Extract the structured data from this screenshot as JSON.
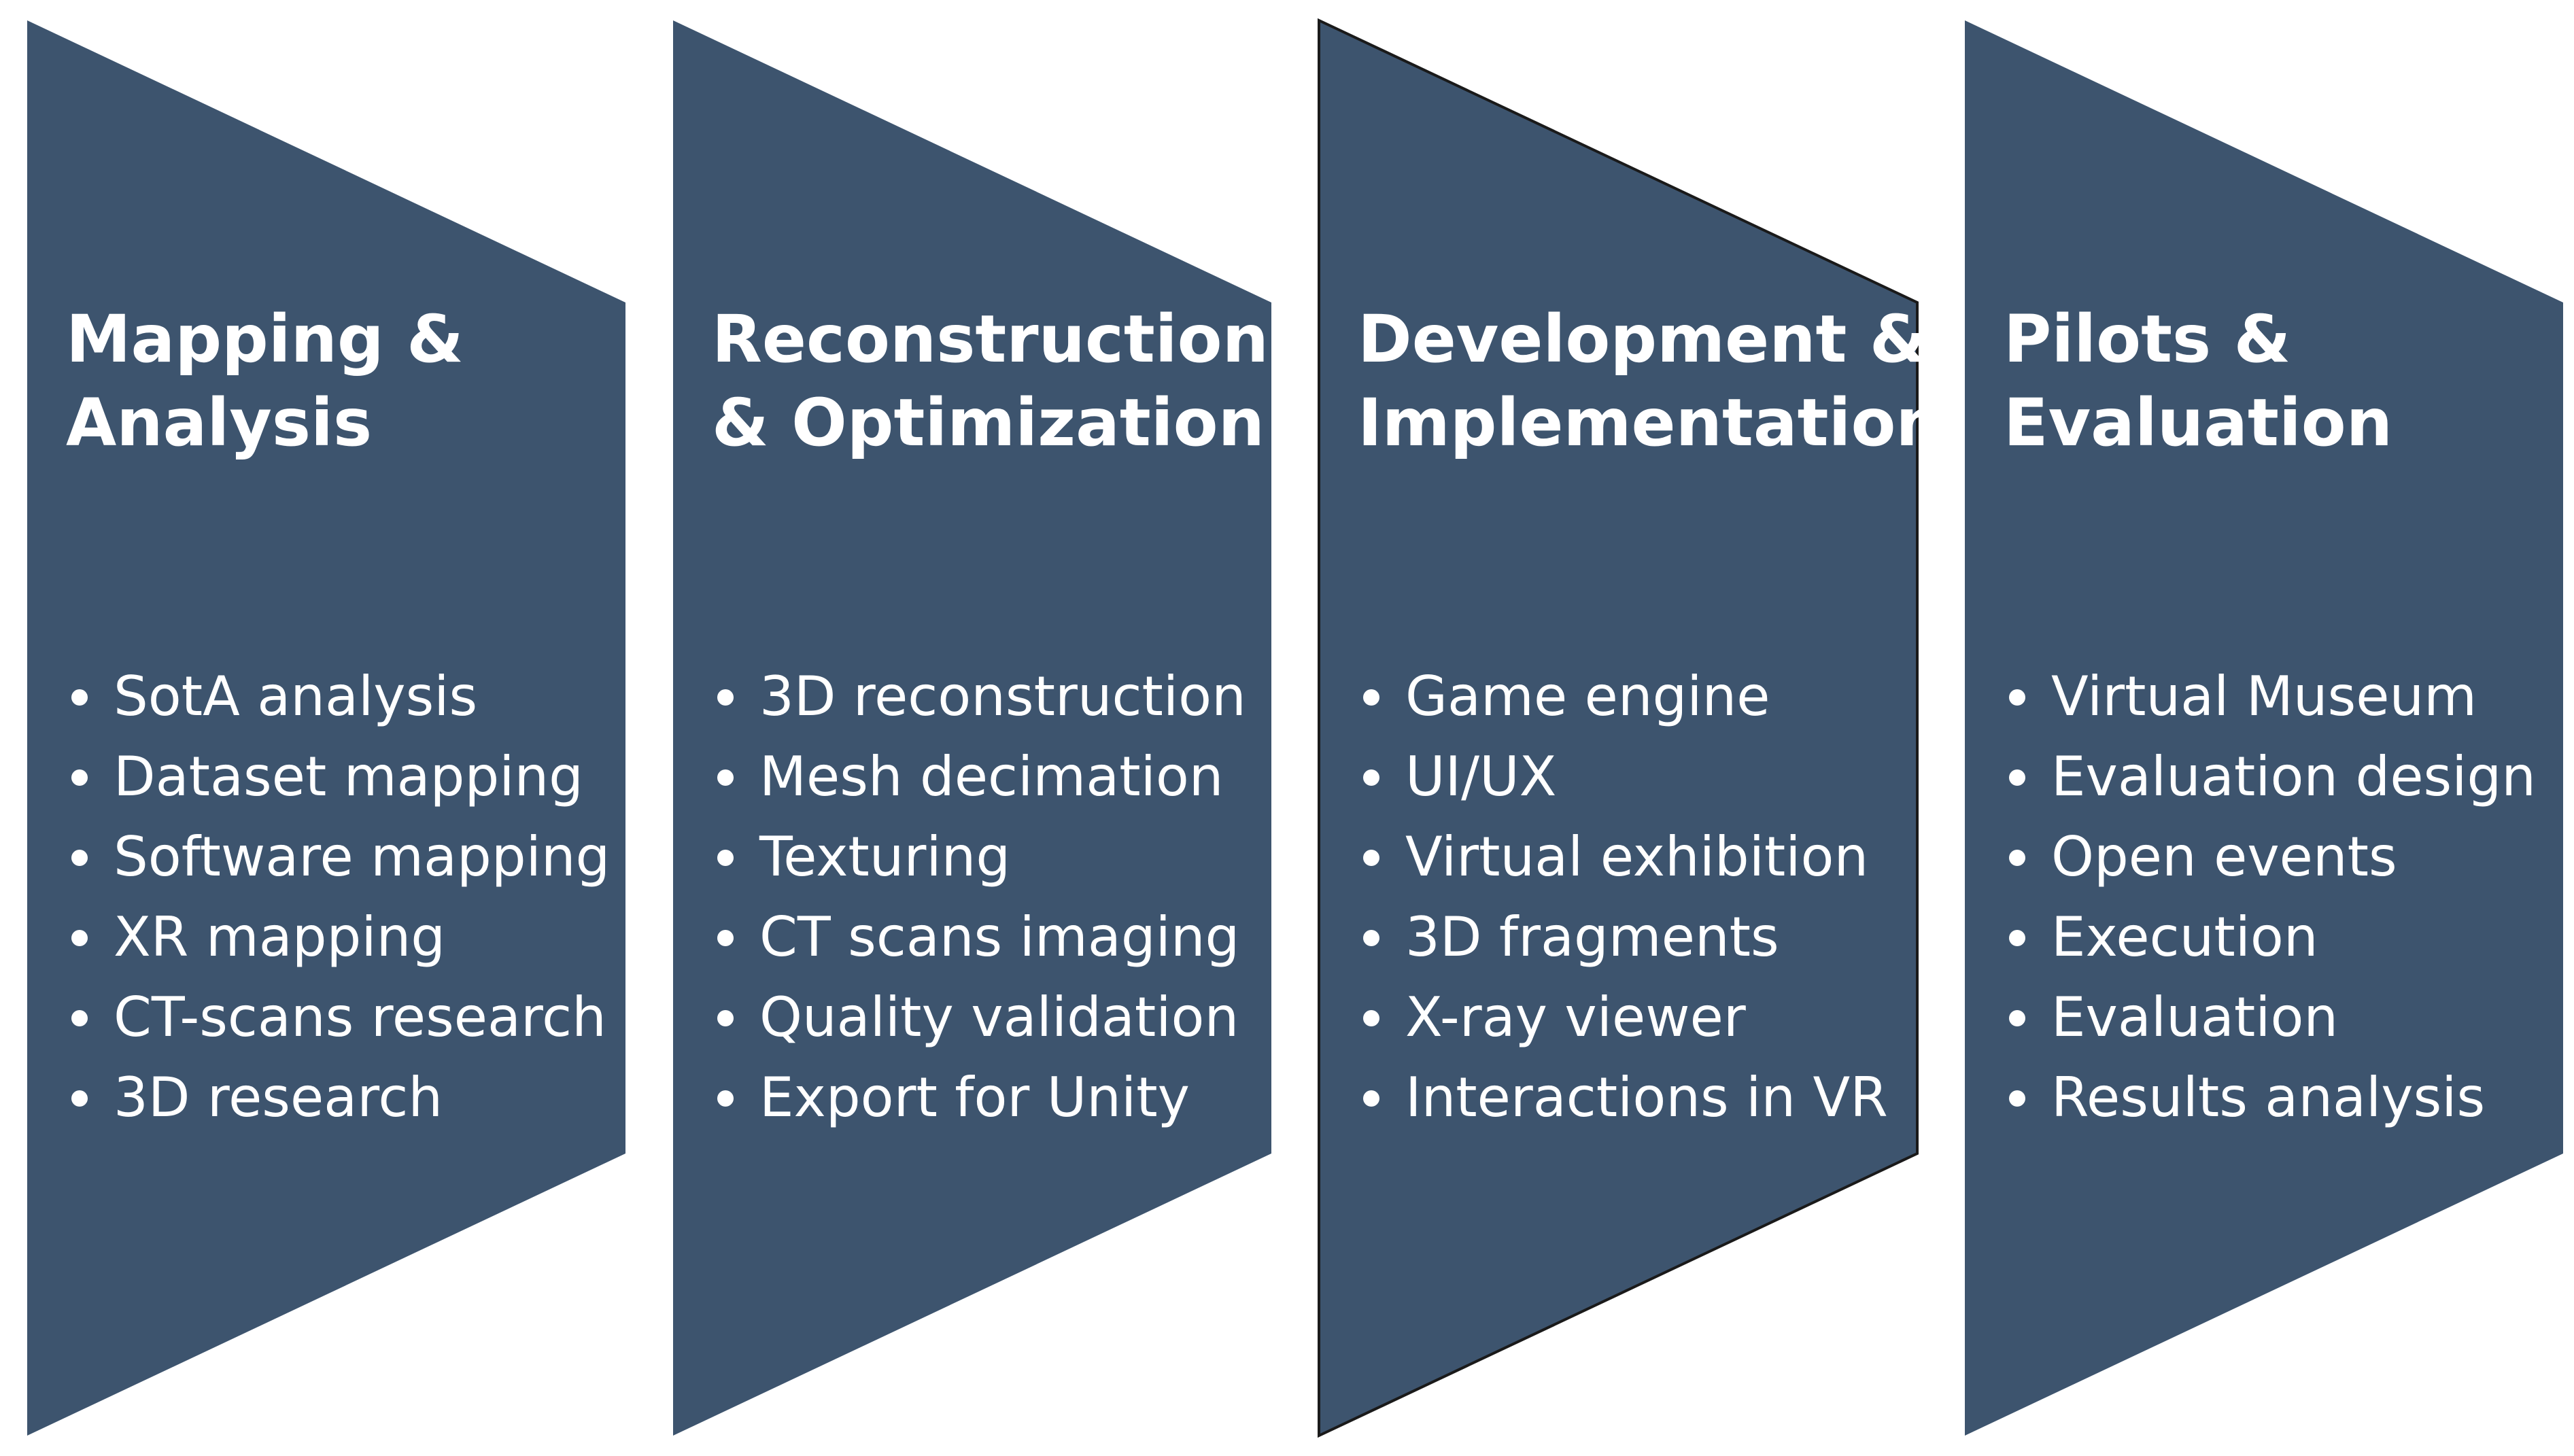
{
  "colors": {
    "shape_fill": "#3d546e",
    "text": "#ffffff",
    "background": "#ffffff",
    "outline": "#1a1a1a"
  },
  "stages": [
    {
      "title_line1": "Mapping &",
      "title_line2": "Analysis",
      "items": [
        "SotA analysis",
        "Dataset mapping",
        "Software mapping",
        "XR mapping",
        "CT-scans research",
        "3D research"
      ]
    },
    {
      "title_line1": "Reconstruction",
      "title_line2": "& Optimization",
      "items": [
        "3D reconstruction",
        "Mesh decimation",
        "Texturing",
        "CT scans imaging",
        "Quality validation",
        "Export for Unity"
      ]
    },
    {
      "title_line1": "Development &",
      "title_line2": "Implementation",
      "items": [
        "Game engine",
        "UI/UX",
        "Virtual exhibition",
        "3D fragments",
        "X-ray viewer",
        "Interactions in VR"
      ]
    },
    {
      "title_line1": "Pilots &",
      "title_line2": "Evaluation",
      "items": [
        "Virtual Museum",
        "Evaluation design",
        "Open events",
        "Execution",
        "Evaluation",
        "Results analysis"
      ]
    }
  ]
}
